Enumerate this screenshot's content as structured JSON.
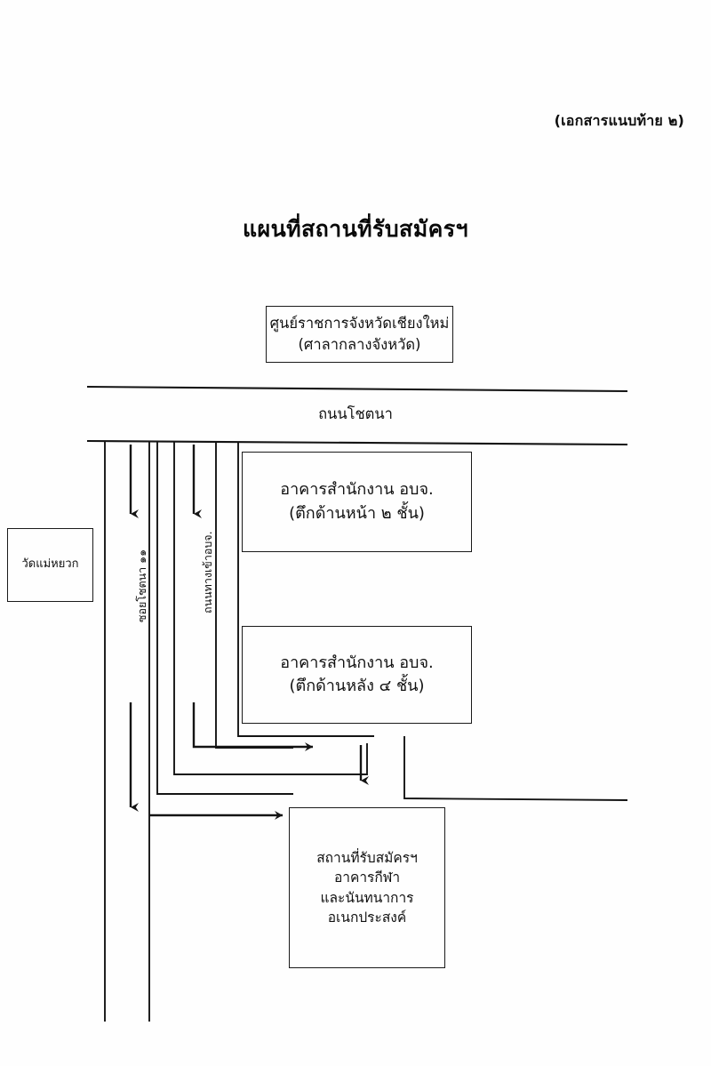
{
  "document": {
    "attachment_note": "(เอกสารแนบท้าย ๒)",
    "title": "แผนที่สถานที่รับสมัครฯ"
  },
  "map": {
    "boxes": {
      "provincial_center": {
        "name": "ศูนย์ราชการจังหวัดเชียงใหม่",
        "sub": "(ศาลากลางจังหวัด)"
      },
      "front_building": {
        "name": "อาคารสำนักงาน อบจ.",
        "sub": "(ตึกด้านหน้า ๒ ชั้น)"
      },
      "back_building": {
        "name": "อาคารสำนักงาน  อบจ.",
        "sub": "(ตึกด้านหลัง ๔ ชั้น)"
      },
      "venue": {
        "line1": "สถานที่รับสมัครฯ",
        "line2": "อาคารกีฬา",
        "line3": "และนันทนาการ",
        "line4": "อเนกประสงค์"
      },
      "temple": {
        "name": "วัดแม่หยวก"
      }
    },
    "roads": {
      "main_road": "ถนนโชตนา",
      "soi": "ซอยโชตนา ๑๑",
      "entrance_road": "ถนนทางเข้าอบจ."
    },
    "colors": {
      "ink": "#111111",
      "paper": "#ffffff"
    }
  }
}
